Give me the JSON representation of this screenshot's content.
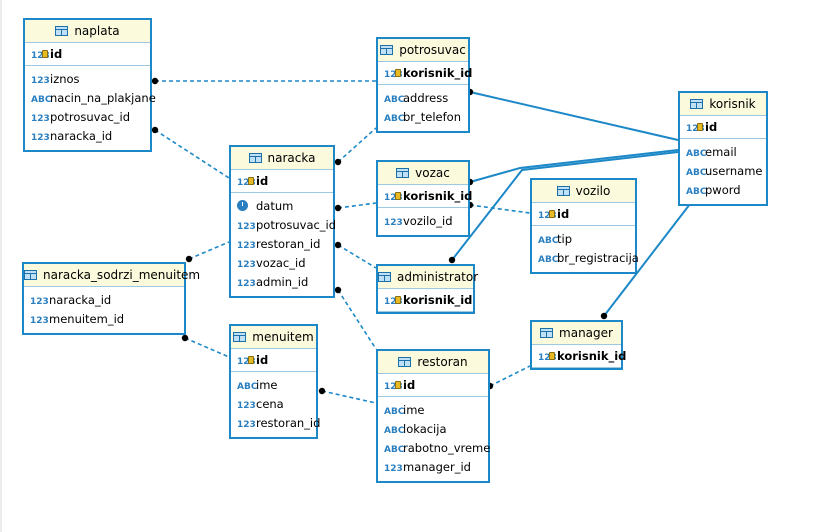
{
  "entities": [
    {
      "id": "naplata",
      "name": "naplata",
      "pk": {
        "type": "123",
        "name": "id"
      },
      "columns": [
        {
          "type": "123",
          "name": "iznos"
        },
        {
          "type": "ABC",
          "name": "nacin_na_plakjane"
        },
        {
          "type": "123",
          "name": "potrosuvac_id"
        },
        {
          "type": "123",
          "name": "naracka_id"
        }
      ]
    },
    {
      "id": "potrosuvac",
      "name": "potrosuvac",
      "pk": {
        "type": "123",
        "name": "korisnik_id"
      },
      "columns": [
        {
          "type": "ABC",
          "name": "address"
        },
        {
          "type": "ABC",
          "name": "br_telefon"
        }
      ]
    },
    {
      "id": "korisnik",
      "name": "korisnik",
      "pk": {
        "type": "123",
        "name": "id"
      },
      "columns": [
        {
          "type": "ABC",
          "name": "email"
        },
        {
          "type": "ABC",
          "name": "username"
        },
        {
          "type": "ABC",
          "name": "pword"
        }
      ]
    },
    {
      "id": "naracka",
      "name": "naracka",
      "pk": {
        "type": "123",
        "name": "id"
      },
      "columns": [
        {
          "type": "clock",
          "name": "datum"
        },
        {
          "type": "123",
          "name": "potrosuvac_id"
        },
        {
          "type": "123",
          "name": "restoran_id"
        },
        {
          "type": "123",
          "name": "vozac_id"
        },
        {
          "type": "123",
          "name": "admin_id"
        }
      ]
    },
    {
      "id": "vozac",
      "name": "vozac",
      "pk": {
        "type": "123",
        "name": "korisnik_id"
      },
      "columns": [
        {
          "type": "123",
          "name": "vozilo_id"
        }
      ]
    },
    {
      "id": "vozilo",
      "name": "vozilo",
      "pk": {
        "type": "123",
        "name": "id"
      },
      "columns": [
        {
          "type": "ABC",
          "name": "tip"
        },
        {
          "type": "ABC",
          "name": "br_registracija"
        }
      ]
    },
    {
      "id": "administrator",
      "name": "administrator",
      "pk": {
        "type": "123",
        "name": "korisnik_id"
      },
      "columns": []
    },
    {
      "id": "naracka_sodrzi_menuitem",
      "name": "naracka_sodrzi_menuitem",
      "pk": null,
      "columns": [
        {
          "type": "123",
          "name": "naracka_id"
        },
        {
          "type": "123",
          "name": "menuitem_id"
        }
      ]
    },
    {
      "id": "menuitem",
      "name": "menuitem",
      "pk": {
        "type": "123",
        "name": "id"
      },
      "columns": [
        {
          "type": "ABC",
          "name": "ime"
        },
        {
          "type": "123",
          "name": "cena"
        },
        {
          "type": "123",
          "name": "restoran_id"
        }
      ]
    },
    {
      "id": "manager",
      "name": "manager",
      "pk": {
        "type": "123",
        "name": "korisnik_id"
      },
      "columns": []
    },
    {
      "id": "restoran",
      "name": "restoran",
      "pk": {
        "type": "123",
        "name": "id"
      },
      "columns": [
        {
          "type": "ABC",
          "name": "ime"
        },
        {
          "type": "ABC",
          "name": "lokacija"
        },
        {
          "type": "ABC",
          "name": "rabotno_vreme"
        },
        {
          "type": "123",
          "name": "manager_id"
        }
      ]
    }
  ],
  "relationships": [
    {
      "from": "naplata",
      "to": "potrosuvac",
      "kind": "fk"
    },
    {
      "from": "naplata",
      "to": "naracka",
      "kind": "fk"
    },
    {
      "from": "naracka",
      "to": "potrosuvac",
      "kind": "fk"
    },
    {
      "from": "naracka",
      "to": "vozac",
      "kind": "fk"
    },
    {
      "from": "naracka",
      "to": "administrator",
      "kind": "fk"
    },
    {
      "from": "naracka",
      "to": "restoran",
      "kind": "fk"
    },
    {
      "from": "naracka_sodrzi_menuitem",
      "to": "naracka",
      "kind": "fk"
    },
    {
      "from": "naracka_sodrzi_menuitem",
      "to": "menuitem",
      "kind": "fk"
    },
    {
      "from": "menuitem",
      "to": "restoran",
      "kind": "fk"
    },
    {
      "from": "vozac",
      "to": "vozilo",
      "kind": "fk"
    },
    {
      "from": "restoran",
      "to": "manager",
      "kind": "fk"
    },
    {
      "from": "potrosuvac",
      "to": "korisnik",
      "kind": "identifying"
    },
    {
      "from": "vozac",
      "to": "korisnik",
      "kind": "identifying"
    },
    {
      "from": "administrator",
      "to": "korisnik",
      "kind": "identifying"
    },
    {
      "from": "manager",
      "to": "korisnik",
      "kind": "identifying"
    }
  ]
}
